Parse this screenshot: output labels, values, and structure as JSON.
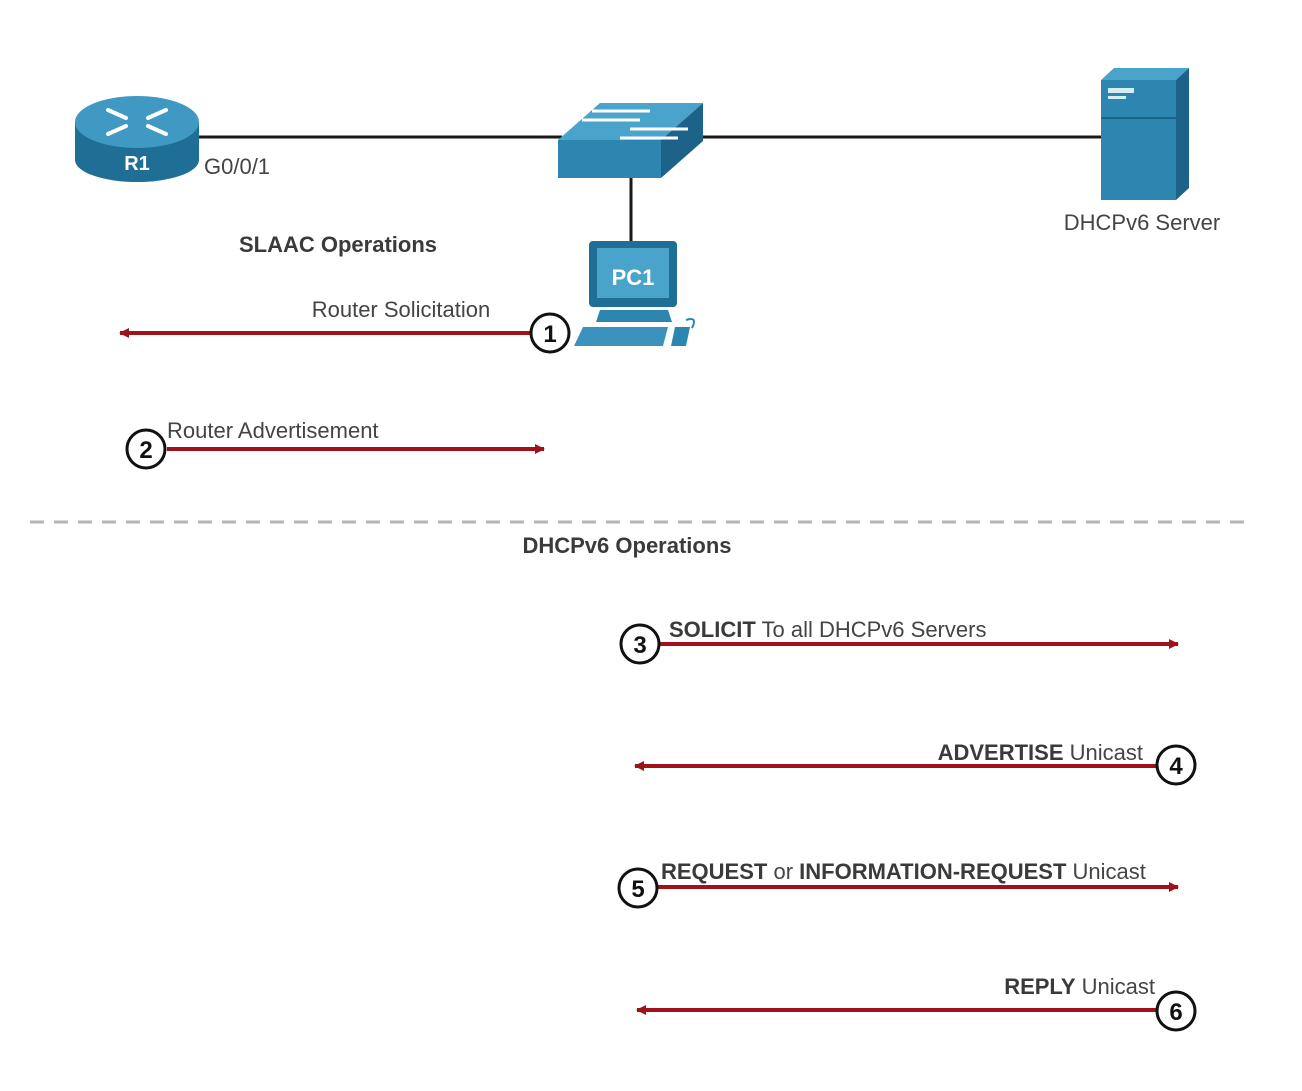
{
  "devices": {
    "router": {
      "label": "R1",
      "interface": "G0/0/1"
    },
    "pc": {
      "label": "PC1"
    },
    "server": {
      "label": "DHCPv6 Server"
    }
  },
  "sections": {
    "slaac_title": "SLAAC Operations",
    "dhcp_title": "DHCPv6 Operations"
  },
  "steps": {
    "s1": {
      "num": "1",
      "text": "Router Solicitation"
    },
    "s2": {
      "num": "2",
      "text": "Router Advertisement"
    },
    "s3": {
      "num": "3",
      "bold": "SOLICIT",
      "rest": " To all DHCPv6 Servers"
    },
    "s4": {
      "num": "4",
      "bold": "ADVERTISE",
      "rest": " Unicast"
    },
    "s5": {
      "num": "5",
      "bold1": "REQUEST",
      "mid": " or ",
      "bold2": "INFORMATION-REQUEST",
      "rest": " Unicast"
    },
    "s6": {
      "num": "6",
      "bold": "REPLY",
      "rest": " Unicast"
    }
  },
  "colors": {
    "arrow": "#a0121a",
    "device_blue": "#2a7fa8",
    "line": "#1a1a1a",
    "divider": "#b5b5b5"
  }
}
